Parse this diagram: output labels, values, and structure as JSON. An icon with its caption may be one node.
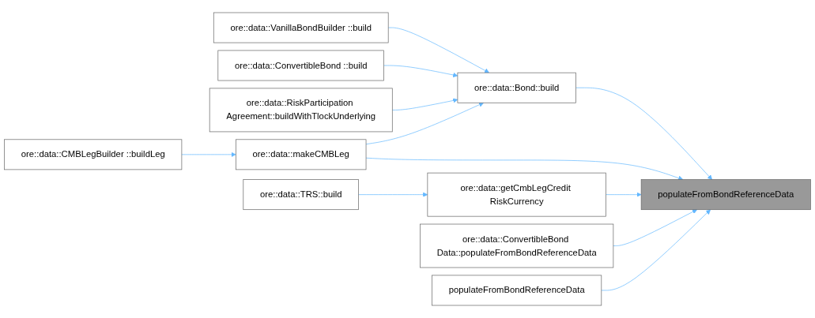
{
  "diagram": {
    "nodes": [
      {
        "text": [
          "ore::data::VanillaBondBuilder ::build"
        ]
      },
      {
        "text": [
          "ore::data::ConvertibleBond ::build"
        ]
      },
      {
        "text": [
          "ore::data::RiskParticipation Agreement::buildWithTlockUnderlying"
        ]
      },
      {
        "text": [
          "ore::data::Bond::build"
        ]
      },
      {
        "text": [
          "ore::data::CMBLegBuilder ::buildLeg"
        ]
      },
      {
        "text": [
          "ore::data::makeCMBLeg"
        ]
      },
      {
        "text": [
          "ore::data::TRS::build"
        ]
      },
      {
        "text": [
          "ore::data::getCmbLegCredit RiskCurrency"
        ]
      },
      {
        "text": [
          "populateFromBondReferenceData"
        ]
      },
      {
        "text": [
          "ore::data::ConvertibleBond Data::populateFromBondReferenceData"
        ]
      },
      {
        "text": [
          "populateFromBondReferenceData"
        ]
      }
    ],
    "edges": [
      {
        "from": 0,
        "to": 3,
        "arrow": "to"
      },
      {
        "from": 1,
        "to": 3,
        "arrow": "to"
      },
      {
        "from": 2,
        "to": 3,
        "arrow": "to"
      },
      {
        "from": 5,
        "to": 3,
        "arrow": "to"
      },
      {
        "from": 3,
        "to": 8,
        "arrow": "to"
      },
      {
        "from": 4,
        "to": 5,
        "arrow": "to"
      },
      {
        "from": 5,
        "to": 8,
        "arrow": "to"
      },
      {
        "from": 6,
        "to": 7,
        "arrow": "to"
      },
      {
        "from": 7,
        "to": 8,
        "arrow": "to"
      },
      {
        "from": 9,
        "to": 8,
        "arrow": "to"
      },
      {
        "from": 10,
        "to": 8,
        "arrow": "to"
      }
    ]
  }
}
